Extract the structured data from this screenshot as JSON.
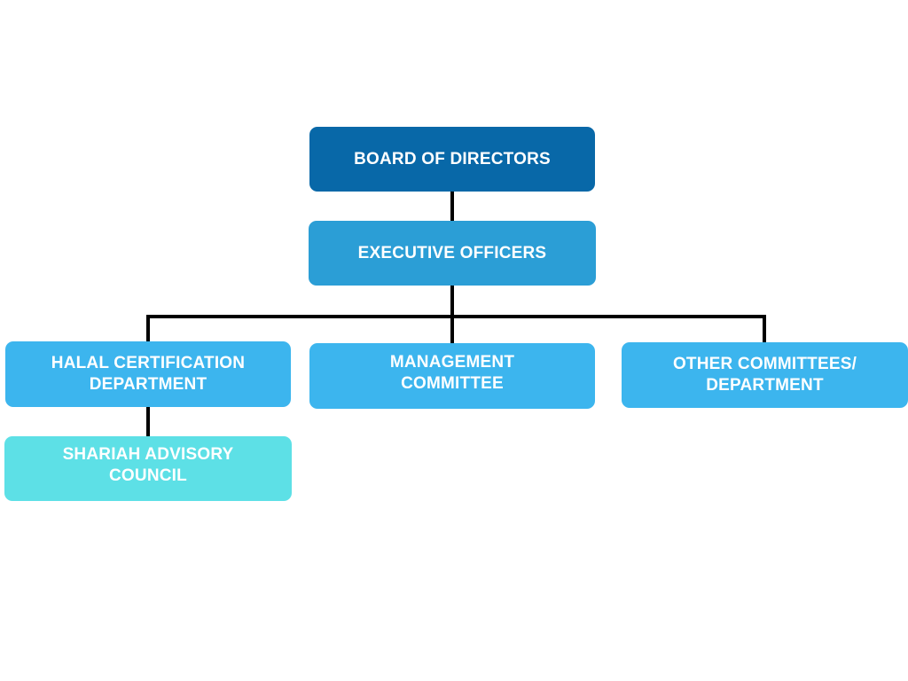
{
  "nodes": {
    "board": {
      "label": "BOARD OF DIRECTORS",
      "color": "#0868A8"
    },
    "executive": {
      "label": "EXECUTIVE OFFICERS",
      "color": "#2B9ED6"
    },
    "halal": {
      "label": "HALAL CERTIFICATION\nDEPARTMENT",
      "color": "#3CB5EE"
    },
    "management": {
      "label": "MANAGEMENT\nCOMMITTEE",
      "color": "#3CB5EE"
    },
    "other": {
      "label": "OTHER COMMITTEES/\nDEPARTMENT",
      "color": "#3CB5EE"
    },
    "shariah": {
      "label": "SHARIAH ADVISORY\nCOUNCIL",
      "color": "#5DE0E6"
    }
  },
  "connector_color": "#000000"
}
